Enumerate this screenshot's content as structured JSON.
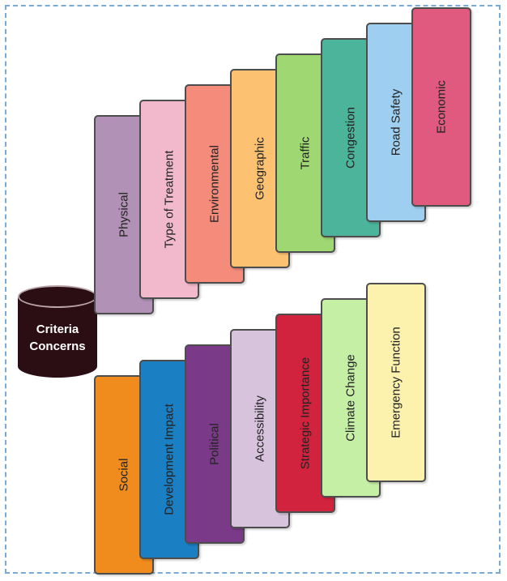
{
  "center": {
    "line1": "Criteria",
    "line2": "Concerns"
  },
  "top_cards": [
    {
      "label": "Physical",
      "color": "#b291b6"
    },
    {
      "label": "Type of Treatment",
      "color": "#f2b8cc"
    },
    {
      "label": "Environmental",
      "color": "#f48b7b"
    },
    {
      "label": "Geographic",
      "color": "#fdc271"
    },
    {
      "label": "Traffic",
      "color": "#9fd872"
    },
    {
      "label": "Congestion",
      "color": "#4cb49b"
    },
    {
      "label": "Road Safety",
      "color": "#9ecff1"
    },
    {
      "label": "Economic",
      "color": "#e05a7f"
    }
  ],
  "bottom_cards": [
    {
      "label": "Social",
      "color": "#ef8c1d"
    },
    {
      "label": "Development Impact",
      "color": "#1b7fc4"
    },
    {
      "label": "Political",
      "color": "#7b3a88"
    },
    {
      "label": "Accessibility",
      "color": "#d7c3dc"
    },
    {
      "label": "Strategic Importance",
      "color": "#d1233d"
    },
    {
      "label": "Climate Change",
      "color": "#c6efa6"
    },
    {
      "label": "Emergency Function",
      "color": "#fdf2ad"
    }
  ]
}
